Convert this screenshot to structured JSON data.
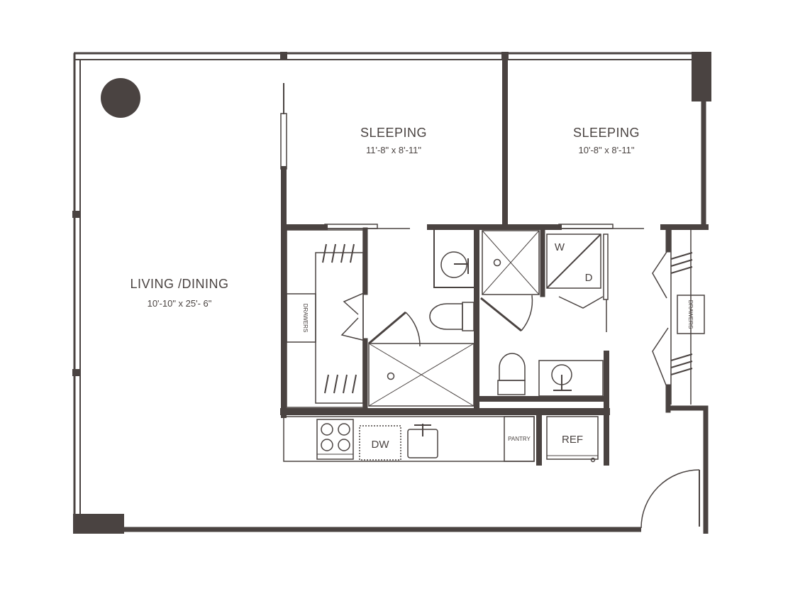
{
  "colors": {
    "wall": "#4a4341",
    "line": "#4a4341",
    "background": "#ffffff"
  },
  "rooms": {
    "sleeping_1": {
      "name": "SLEEPING",
      "dims": "11'-8\" x 8'-11\""
    },
    "sleeping_2": {
      "name": "SLEEPING",
      "dims": "10'-8\" x 8'-11\""
    },
    "living": {
      "name": "LIVING /DINING",
      "dims": "10'-10\" x 25'- 6\""
    }
  },
  "labels": {
    "drawers": "DRAWERS",
    "dishwasher": "DW",
    "pantry": "PANTRY",
    "refrigerator": "REF",
    "washer": "W",
    "dryer": "D"
  }
}
